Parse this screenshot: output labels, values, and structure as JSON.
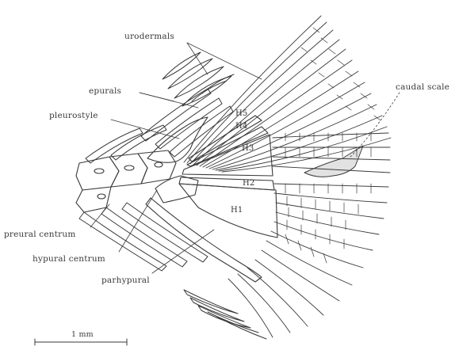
{
  "labels": {
    "urodermals": "urodermals",
    "epurals": "epurals",
    "pleurostyle": "pleurostyle",
    "caudal_scale": "caudal scale",
    "preural_centrum": "preural centrum",
    "hypural_centrum": "hypural centrum",
    "parhypural": "parhypural"
  },
  "hypurals": {
    "h1": "H1",
    "h2": "H2",
    "h3": "H3",
    "h4": "H4",
    "h5": "H5"
  },
  "scale_bar": {
    "label": "1 mm"
  },
  "colors": {
    "ink": "#3a3a3a",
    "paper": "#ffffff"
  }
}
